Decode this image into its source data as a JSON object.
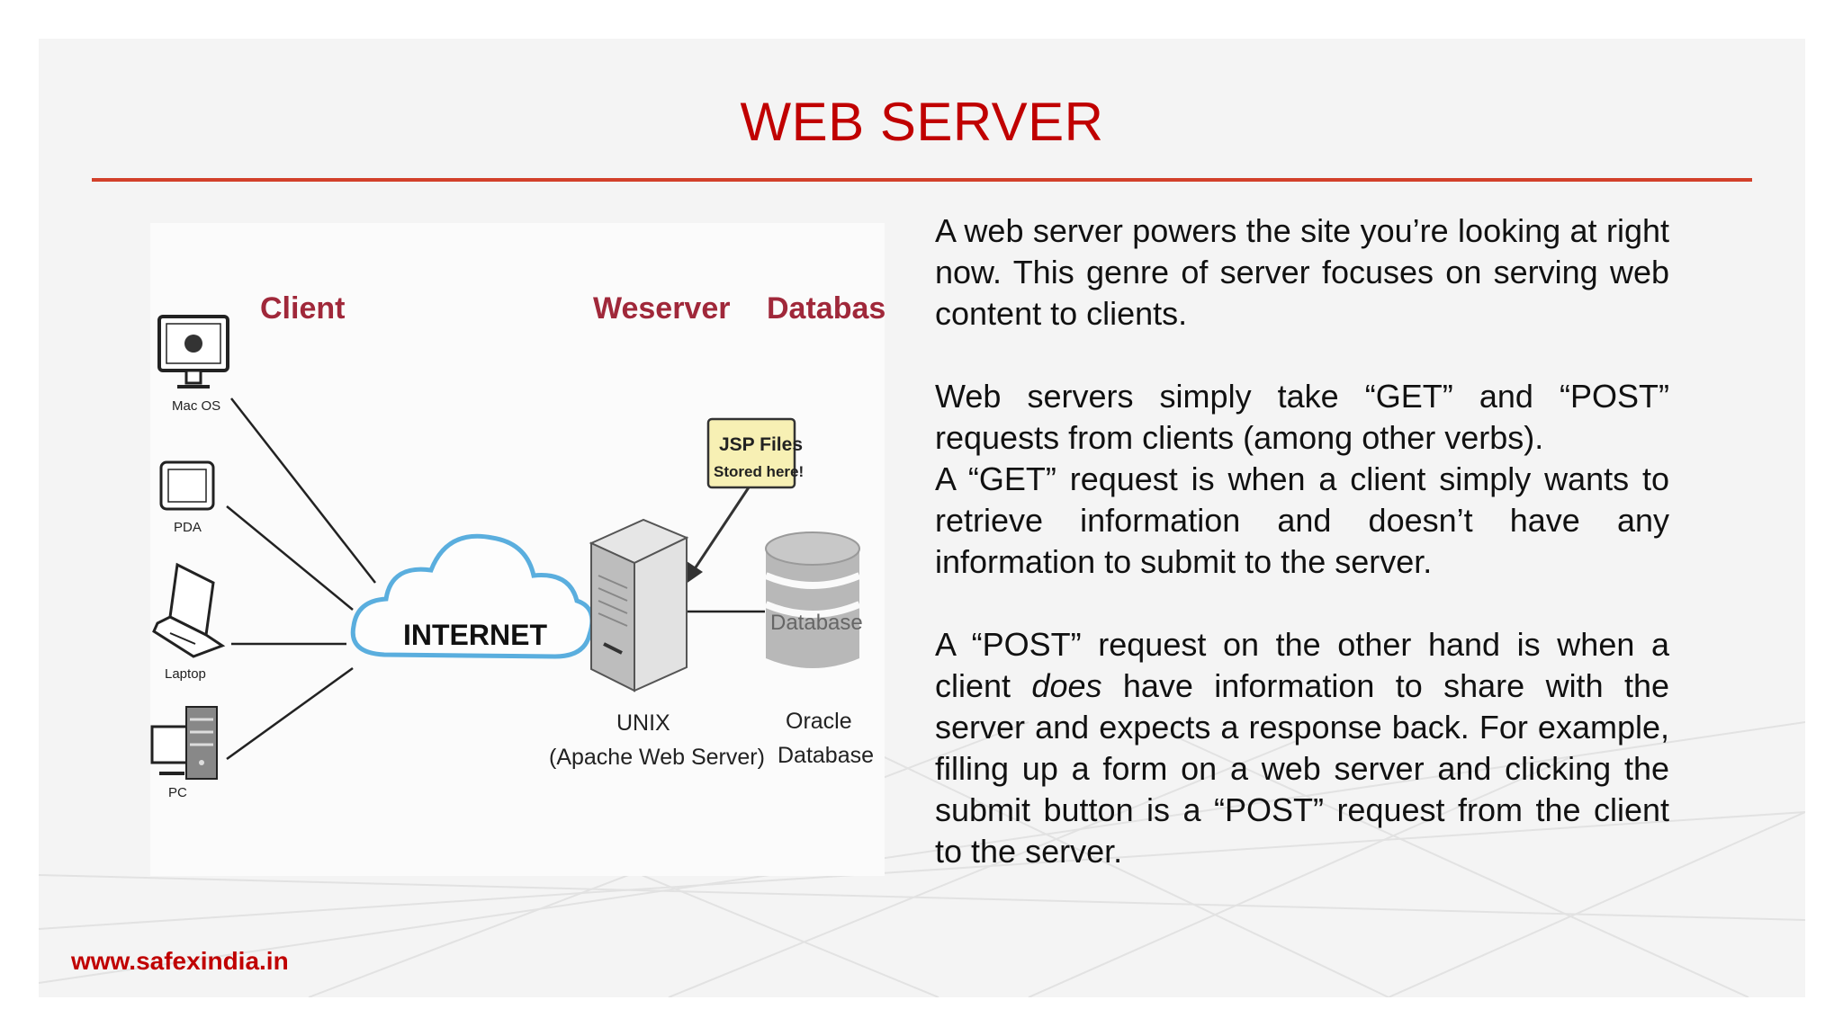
{
  "slide": {
    "title": "WEB SERVER",
    "footer": "www.safexindia.in"
  },
  "diagram": {
    "headers": {
      "client": "Client",
      "webserver": "Weserver",
      "database": "Database"
    },
    "devices": {
      "mac": "Mac OS",
      "pda": "PDA",
      "laptop": "Laptop",
      "pc": "PC"
    },
    "internet": "INTERNET",
    "note": {
      "line1": "JSP Files",
      "line2": "Stored here!"
    },
    "db_label": "Database",
    "server_caption": {
      "line1": "UNIX",
      "line2": "(Apache Web Server)"
    },
    "db_caption": {
      "line1": "Oracle",
      "line2": "Database"
    }
  },
  "text": {
    "p1": "A web server powers the site you’re looking at right now. This genre of server focuses on serving web content to clients.",
    "p2": "Web servers simply take “GET” and “POST” requests from clients (among other verbs).",
    "p3": "A “GET” request is when a client simply wants to retrieve information and doesn’t have any information to submit to the server.",
    "p4_start": "A “POST” request on the other hand is when a client ",
    "p4_em": "does",
    "p4_end": " have information to share with the server and expects a response back. For example, filling up a form on a web server and clicking the submit button is a “POST” request from the client to the server."
  },
  "colors": {
    "title": "#c00000",
    "rule": "#d2402a",
    "cloud": "#5aaede",
    "heading": "#a0283a",
    "note_bg": "#f7f0b4"
  }
}
